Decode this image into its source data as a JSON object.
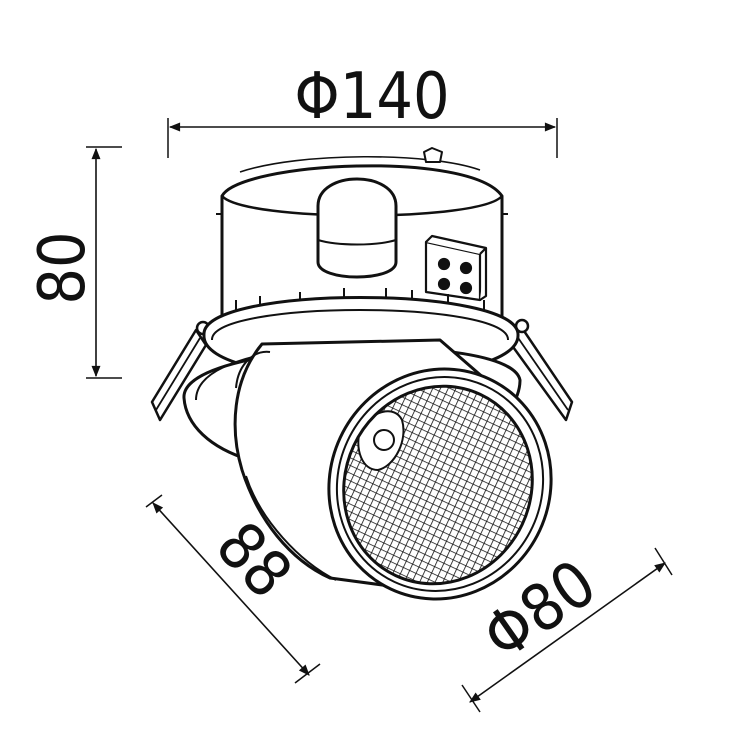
{
  "dimensions": {
    "outer_diameter": {
      "label": "Φ140",
      "value": 140
    },
    "height": {
      "label": "80",
      "value": 80
    },
    "module_length": {
      "label": "88",
      "value": 88
    },
    "module_diameter": {
      "label": "Φ80",
      "value": 80
    }
  },
  "colors": {
    "ink": "#111111",
    "background": "#ffffff"
  }
}
